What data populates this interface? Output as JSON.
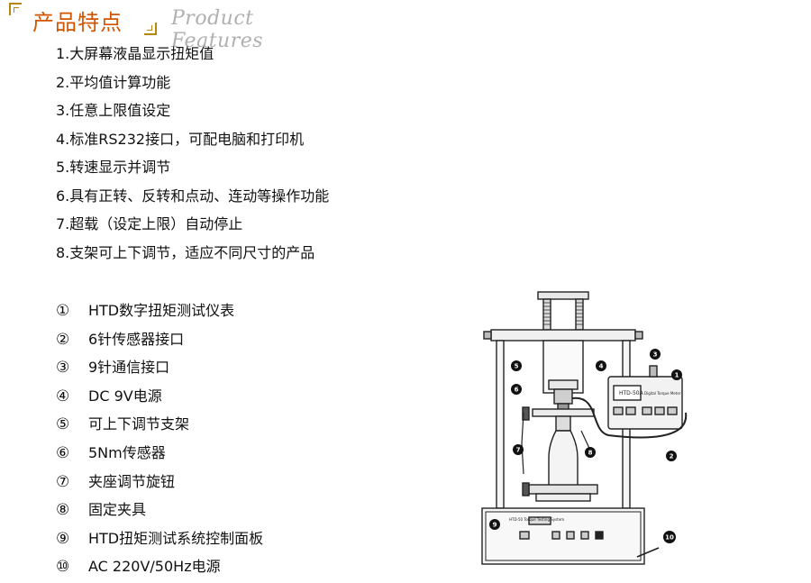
{
  "header": {
    "title_cn": "产品特点",
    "title_en": "Product Features"
  },
  "features": [
    "1.大屏幕液晶显示扭矩值",
    "2.平均值计算功能",
    "3.任意上限值设定",
    "4.标准RS232接口，可配电脑和打印机",
    "5.转速显示并调节",
    "6.具有正转、反转和点动、连动等操作功能",
    "7.超载（设定上限）自动停止",
    "8.支架可上下调节，适应不同尺寸的产品"
  ],
  "parts": [
    {
      "num": "①",
      "label": "HTD数字扭矩测试仪表"
    },
    {
      "num": "②",
      "label": "6针传感器接口"
    },
    {
      "num": "③",
      "label": "9针通信接口"
    },
    {
      "num": "④",
      "label": "DC 9V电源"
    },
    {
      "num": "⑤",
      "label": "可上下调节支架"
    },
    {
      "num": "⑥",
      "label": "5Nm传感器"
    },
    {
      "num": "⑦",
      "label": "夹座调节旋钮"
    },
    {
      "num": "⑧",
      "label": "固定夹具"
    },
    {
      "num": "⑨",
      "label": "HTD扭矩测试系统控制面板"
    },
    {
      "num": "⑩",
      "label": "AC 220V/50Hz电源"
    }
  ],
  "diagram": {
    "callouts": [
      "1",
      "2",
      "3",
      "4",
      "5",
      "6",
      "7",
      "8",
      "9",
      "10"
    ],
    "meter_model": "HTD-50A",
    "meter_subtitle": "Digital Torque Meter",
    "panel_title": "HTD-50 Torque Testing System"
  },
  "colors": {
    "title_cn": "#d35400",
    "title_en": "#b0b0b0",
    "frame": "#b8860b"
  }
}
